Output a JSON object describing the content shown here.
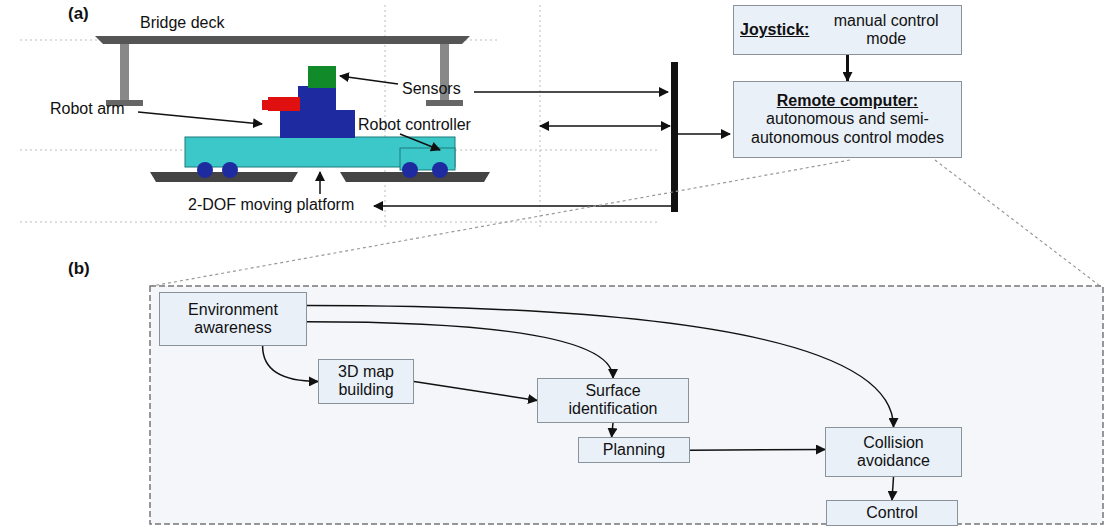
{
  "diagram": {
    "nodes": [
      {
        "text": [
          "Joystick:",
          "manual control mode"
        ]
      },
      {
        "text": [
          "Remote computer:",
          "autonomous and semi-autonomous control modes"
        ]
      },
      {
        "text": [
          "Environment awareness"
        ]
      },
      {
        "text": [
          "3D map building"
        ]
      },
      {
        "text": [
          "Surface identification"
        ]
      },
      {
        "text": [
          "Planning"
        ]
      },
      {
        "text": [
          "Collision avoidance"
        ]
      },
      {
        "text": [
          "Control"
        ]
      }
    ],
    "edges": [
      {
        "from": 0,
        "to": 1,
        "arrow": "to"
      },
      {
        "from": 2,
        "to": 3,
        "arrow": "to"
      },
      {
        "from": 2,
        "to": 4,
        "arrow": "to"
      },
      {
        "from": 2,
        "to": 6,
        "arrow": "to"
      },
      {
        "from": 3,
        "to": 4,
        "arrow": "to"
      },
      {
        "from": 4,
        "to": 5,
        "arrow": "to"
      },
      {
        "from": 5,
        "to": 6,
        "arrow": "to"
      },
      {
        "from": 6,
        "to": 7,
        "arrow": "to"
      }
    ],
    "labels": [
      "(a)",
      "Bridge deck",
      "Robot arm",
      "Sensors",
      "Robot controller",
      "2-DOF moving platform",
      "(b)"
    ]
  }
}
